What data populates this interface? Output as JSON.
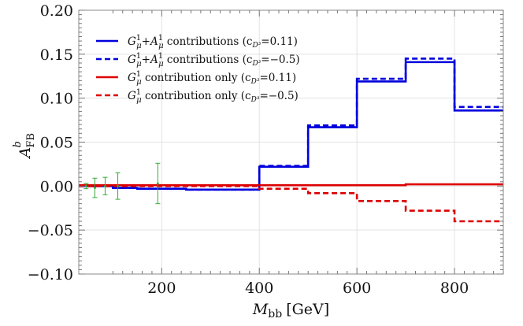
{
  "chart_data": {
    "type": "line",
    "title": "",
    "xlabel_main": "M",
    "xlabel_sub": "bb",
    "xlabel_unit": "[GeV]",
    "ylabel_main": "A",
    "ylabel_sup": "b",
    "ylabel_sub": "FB",
    "xlim": [
      30,
      900
    ],
    "ylim": [
      -0.1,
      0.2
    ],
    "xticks": [
      200,
      400,
      600,
      800
    ],
    "xtick_labels": [
      "200",
      "400",
      "600",
      "800"
    ],
    "yticks": [
      -0.1,
      -0.05,
      0.0,
      0.05,
      0.1,
      0.15,
      0.2
    ],
    "ytick_labels": [
      "−0.10",
      "−0.05",
      "0.00",
      "0.05",
      "0.10",
      "0.15",
      "0.20"
    ],
    "grid": true,
    "legend_position": "top-left",
    "bin_edges": [
      30,
      100,
      150,
      250,
      400,
      500,
      600,
      700,
      800,
      900
    ],
    "series": [
      {
        "name": "G¹μ+A¹μ contributions (cD³=0.11)",
        "legend": {
          "lead": "G",
          "sup1": "1",
          "sub1": "μ",
          "mid": "+A",
          "sup2": "1",
          "sub2": "μ",
          "tail": " contributions (c",
          "csub": "D³",
          "ceq": "=0.11)"
        },
        "color": "#0000dd",
        "dashed": false,
        "values": [
          0.0,
          -0.002,
          -0.003,
          -0.004,
          0.022,
          0.067,
          0.119,
          0.141,
          0.086
        ]
      },
      {
        "name": "G¹μ+A¹μ contributions (cD³=−0.5)",
        "legend": {
          "lead": "G",
          "sup1": "1",
          "sub1": "μ",
          "mid": "+A",
          "sup2": "1",
          "sub2": "μ",
          "tail": " contributions (c",
          "csub": "D³",
          "ceq": "=−0.5)"
        },
        "color": "#0000dd",
        "dashed": true,
        "values": [
          0.0,
          -0.002,
          -0.003,
          -0.004,
          0.023,
          0.069,
          0.122,
          0.145,
          0.09
        ]
      },
      {
        "name": "G¹μ contribution only (cD³=0.11)",
        "legend": {
          "lead": "G",
          "sup1": "1",
          "sub1": "μ",
          "mid": "",
          "sup2": "",
          "sub2": "",
          "tail": " contribution only (c",
          "csub": "D³",
          "ceq": "=0.11)"
        },
        "color": "#dd0000",
        "dashed": false,
        "values": [
          0.001,
          0.001,
          0.001,
          0.001,
          0.001,
          0.001,
          0.001,
          0.002,
          0.002
        ]
      },
      {
        "name": "G¹μ contribution only (cD³=−0.5)",
        "legend": {
          "lead": "G",
          "sup1": "1",
          "sub1": "μ",
          "mid": "",
          "sup2": "",
          "sub2": "",
          "tail": " contribution only (c",
          "csub": "D³",
          "ceq": "=−0.5)"
        },
        "color": "#dd0000",
        "dashed": true,
        "values": [
          0.0,
          0.0,
          0.0,
          0.0,
          -0.003,
          -0.008,
          -0.017,
          -0.028,
          -0.04
        ]
      }
    ],
    "data_points": {
      "color": "#33aa33",
      "points": [
        {
          "x": 45,
          "y": 0.0,
          "err": 0.003
        },
        {
          "x": 63,
          "y": -0.002,
          "err": 0.011
        },
        {
          "x": 84,
          "y": 0.0,
          "err": 0.01
        },
        {
          "x": 110,
          "y": 0.0,
          "err": 0.015
        },
        {
          "x": 192,
          "y": 0.003,
          "err": 0.023
        }
      ]
    }
  }
}
